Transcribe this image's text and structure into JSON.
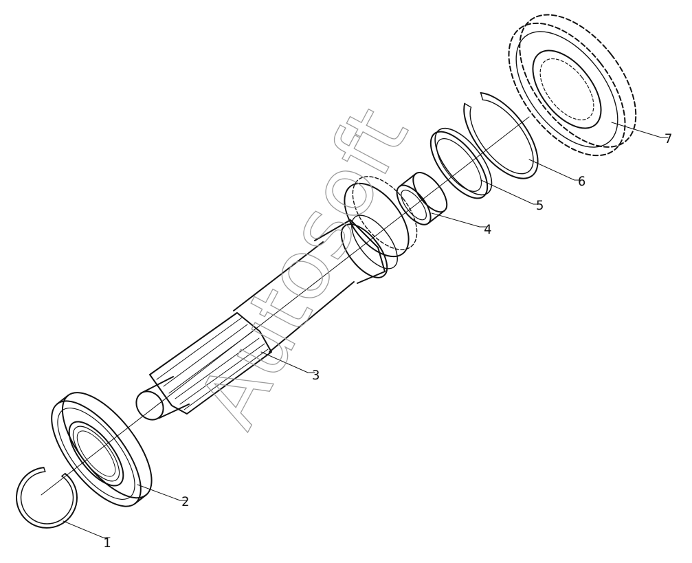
{
  "diagram": {
    "labels": [
      {
        "id": "1",
        "text": "1"
      },
      {
        "id": "2",
        "text": "2"
      },
      {
        "id": "3",
        "text": "3"
      },
      {
        "id": "4",
        "text": "4"
      },
      {
        "id": "5",
        "text": "5"
      },
      {
        "id": "6",
        "text": "6"
      },
      {
        "id": "7",
        "text": "7"
      }
    ],
    "watermark": "Autosoft",
    "colors": {
      "line": "#111111",
      "watermark": "#9a9a9a",
      "background": "#ffffff"
    }
  }
}
